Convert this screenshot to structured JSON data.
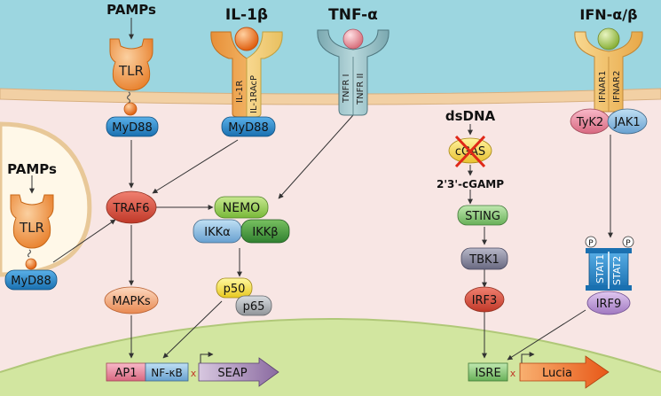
{
  "ligands": {
    "pamps_top": "PAMPs",
    "il1b": "IL-1β",
    "tnfa": "TNF-α",
    "ifnab": "IFN-α/β",
    "pamps_vesicle": "PAMPs",
    "dsdna": "dsDNA"
  },
  "receptors": {
    "tlr_top": "TLR",
    "il1r": "IL-1R",
    "il1racp": "IL-1RAcP",
    "tnfr1": "TNFR I",
    "tnfr2": "TNFR II",
    "ifnar1": "IFNAR1",
    "ifnar2": "IFNAR2",
    "tlr_vesicle": "TLR"
  },
  "adaptors": {
    "myd88_tlr": "MyD88",
    "myd88_il1": "MyD88",
    "myd88_vesicle": "MyD88",
    "tyk2": "TyK2",
    "jak1": "JAK1"
  },
  "signaling": {
    "traf6": "TRAF6",
    "nemo": "NEMO",
    "ikka": "IKKα",
    "ikkb": "IKKβ",
    "mapks": "MAPKs",
    "p50": "p50",
    "p65": "p65",
    "cgas": "cGAS",
    "cgamp": "2'3'-cGAMP",
    "sting": "STING",
    "tbk1": "TBK1",
    "irf3": "IRF3",
    "stat1": "STAT1",
    "stat2": "STAT2",
    "irf9": "IRF9",
    "phospho": "P"
  },
  "reporters": {
    "ap1": "AP1",
    "nfkb": "NF-κB",
    "seap": "SEAP",
    "isre": "ISRE",
    "lucia": "Lucia"
  },
  "colors": {
    "extracellular": "#9cd6e0",
    "cytoplasm": "#f8e6e4",
    "membrane": "#f2d0a4",
    "nucleus": "#d2e6a0",
    "myd88": "#2a88c8",
    "traf6": "#d04838",
    "nemo": "#90c850",
    "ikka": "#78b0d8",
    "ikkb": "#48a048",
    "sting": "#88c878",
    "tbk1": "#8a8aa0",
    "irf3": "#c04848",
    "seap": "#9a7aa8",
    "lucia": "#f07830"
  }
}
